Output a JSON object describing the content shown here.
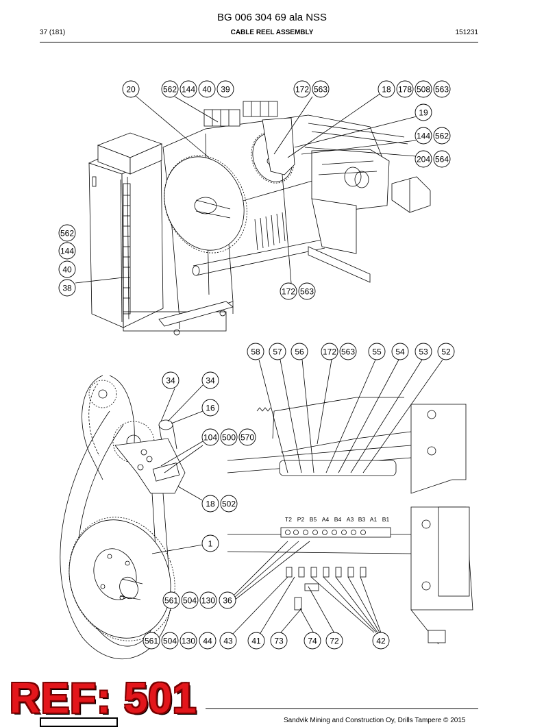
{
  "header": {
    "doc_title": "BG 006 304 69 ala NSS",
    "page": "37 (181)",
    "section": "CABLE REEL ASSEMBLY",
    "doc_number": "151231"
  },
  "stamp": "REF: 501",
  "footer": "Sandvik Mining and Construction Oy, Drills Tampere © 2015",
  "valve_labels": [
    "T2",
    "P2",
    "B5",
    "A4",
    "B4",
    "A3",
    "B3",
    "A1",
    "B1"
  ],
  "balloons_top": [
    "20",
    "562",
    "144",
    "40",
    "39",
    "172",
    "563",
    "18",
    "178",
    "508",
    "563",
    "19",
    "144",
    "562",
    "204",
    "564",
    "562",
    "144",
    "40",
    "38",
    "172",
    "563"
  ],
  "balloons_bottom": [
    "58",
    "57",
    "56",
    "172",
    "563",
    "55",
    "54",
    "53",
    "52",
    "34",
    "34",
    "16",
    "104",
    "500",
    "570",
    "18",
    "502",
    "1",
    "561",
    "504",
    "130",
    "36",
    "561",
    "504",
    "130",
    "44",
    "43",
    "41",
    "73",
    "74",
    "72",
    "42"
  ]
}
